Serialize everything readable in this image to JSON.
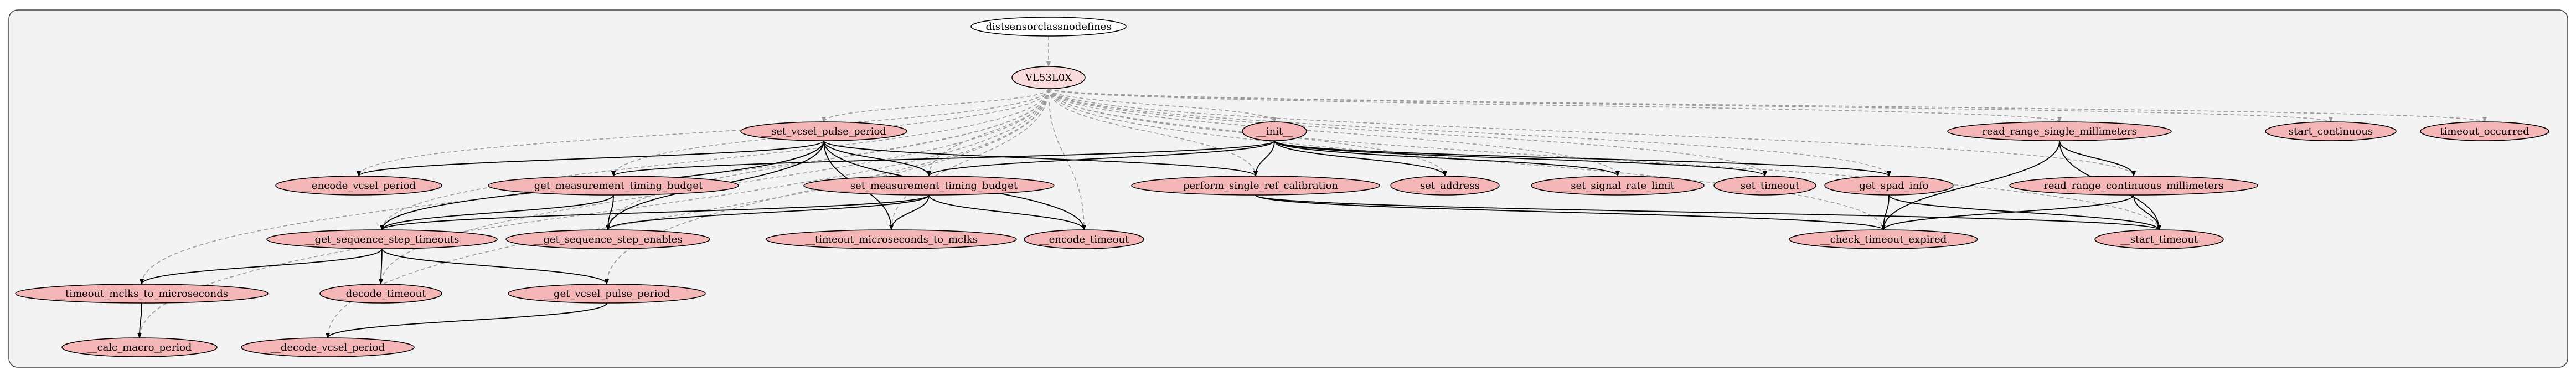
{
  "graph": {
    "root": "distsensorclassnodefines",
    "class_node": "VL53L0X",
    "colors": {
      "cluster_fill": "#f3f3f3",
      "cluster_stroke": "#444444",
      "node_fill": "#f4b6b6",
      "class_fill": "#f9dada",
      "root_fill": "#ffffff",
      "solid_edge": "#000000",
      "dashed_edge": "#999999"
    },
    "nodes": [
      {
        "id": "distsensorclassnodefines",
        "label": "distsensorclassnodefines",
        "kind": "root"
      },
      {
        "id": "VL53L0X",
        "label": "VL53L0X",
        "kind": "class"
      },
      {
        "id": "set_vcsel",
        "label": "__set_vcsel_pulse_period",
        "kind": "method"
      },
      {
        "id": "init",
        "label": "__init__",
        "kind": "method"
      },
      {
        "id": "read_single",
        "label": "read_range_single_millimeters",
        "kind": "method"
      },
      {
        "id": "start_cont",
        "label": "start_continuous",
        "kind": "method"
      },
      {
        "id": "timeout_occ",
        "label": "timeout_occurred",
        "kind": "method"
      },
      {
        "id": "encode_vcsel",
        "label": "__encode_vcsel_period",
        "kind": "method"
      },
      {
        "id": "get_mtb",
        "label": "__get_measurement_timing_budget",
        "kind": "method"
      },
      {
        "id": "set_mtb",
        "label": "__set_measurement_timing_budget",
        "kind": "method"
      },
      {
        "id": "perform_cal",
        "label": "__perform_single_ref_calibration",
        "kind": "method"
      },
      {
        "id": "set_address",
        "label": "__set_address",
        "kind": "method"
      },
      {
        "id": "set_srl",
        "label": "__set_signal_rate_limit",
        "kind": "method"
      },
      {
        "id": "set_timeout",
        "label": "__set_timeout",
        "kind": "method"
      },
      {
        "id": "get_spad",
        "label": "__get_spad_info",
        "kind": "method"
      },
      {
        "id": "read_cont",
        "label": "read_range_continuous_millimeters",
        "kind": "method"
      },
      {
        "id": "get_sst",
        "label": "__get_sequence_step_timeouts",
        "kind": "method"
      },
      {
        "id": "get_sse",
        "label": "__get_sequence_step_enables",
        "kind": "method"
      },
      {
        "id": "timeout_us_to_mclks",
        "label": "__timeout_microseconds_to_mclks",
        "kind": "method"
      },
      {
        "id": "encode_timeout",
        "label": "__encode_timeout",
        "kind": "method"
      },
      {
        "id": "check_timeout",
        "label": "__check_timeout_expired",
        "kind": "method"
      },
      {
        "id": "start_timeout",
        "label": "__start_timeout",
        "kind": "method"
      },
      {
        "id": "timeout_mclks_to_us",
        "label": "__timeout_mclks_to_microseconds",
        "kind": "method"
      },
      {
        "id": "decode_timeout",
        "label": "__decode_timeout",
        "kind": "method"
      },
      {
        "id": "get_vcsel",
        "label": "__get_vcsel_pulse_period",
        "kind": "method"
      },
      {
        "id": "calc_macro",
        "label": "__calc_macro_period",
        "kind": "method"
      },
      {
        "id": "decode_vcsel",
        "label": "__decode_vcsel_period",
        "kind": "method"
      }
    ],
    "edges_dashed": [
      [
        "distsensorclassnodefines",
        "VL53L0X"
      ],
      [
        "VL53L0X",
        "set_vcsel"
      ],
      [
        "VL53L0X",
        "init"
      ],
      [
        "VL53L0X",
        "read_single"
      ],
      [
        "VL53L0X",
        "start_cont"
      ],
      [
        "VL53L0X",
        "timeout_occ"
      ],
      [
        "VL53L0X",
        "encode_vcsel"
      ],
      [
        "VL53L0X",
        "get_mtb"
      ],
      [
        "VL53L0X",
        "set_mtb"
      ],
      [
        "VL53L0X",
        "perform_cal"
      ],
      [
        "VL53L0X",
        "set_address"
      ],
      [
        "VL53L0X",
        "set_srl"
      ],
      [
        "VL53L0X",
        "set_timeout"
      ],
      [
        "VL53L0X",
        "get_spad"
      ],
      [
        "VL53L0X",
        "read_cont"
      ],
      [
        "VL53L0X",
        "get_sst"
      ],
      [
        "VL53L0X",
        "get_sse"
      ],
      [
        "VL53L0X",
        "timeout_us_to_mclks"
      ],
      [
        "VL53L0X",
        "encode_timeout"
      ],
      [
        "VL53L0X",
        "check_timeout"
      ],
      [
        "VL53L0X",
        "start_timeout"
      ],
      [
        "VL53L0X",
        "timeout_mclks_to_us"
      ],
      [
        "VL53L0X",
        "decode_timeout"
      ],
      [
        "VL53L0X",
        "get_vcsel"
      ],
      [
        "VL53L0X",
        "calc_macro"
      ],
      [
        "VL53L0X",
        "decode_vcsel"
      ]
    ],
    "edges_solid": [
      [
        "set_vcsel",
        "encode_vcsel"
      ],
      [
        "set_vcsel",
        "set_mtb"
      ],
      [
        "set_vcsel",
        "perform_cal"
      ],
      [
        "set_vcsel",
        "get_sst"
      ],
      [
        "set_vcsel",
        "get_sse"
      ],
      [
        "set_vcsel",
        "timeout_us_to_mclks"
      ],
      [
        "set_vcsel",
        "encode_timeout"
      ],
      [
        "init",
        "get_mtb"
      ],
      [
        "init",
        "set_mtb"
      ],
      [
        "init",
        "perform_cal"
      ],
      [
        "init",
        "set_address"
      ],
      [
        "init",
        "set_srl"
      ],
      [
        "init",
        "set_timeout"
      ],
      [
        "init",
        "get_spad"
      ],
      [
        "read_single",
        "read_cont"
      ],
      [
        "read_single",
        "check_timeout"
      ],
      [
        "read_single",
        "start_timeout"
      ],
      [
        "read_cont",
        "check_timeout"
      ],
      [
        "read_cont",
        "start_timeout"
      ],
      [
        "get_mtb",
        "get_sst"
      ],
      [
        "get_mtb",
        "get_sse"
      ],
      [
        "set_mtb",
        "get_sst"
      ],
      [
        "set_mtb",
        "get_sse"
      ],
      [
        "set_mtb",
        "timeout_us_to_mclks"
      ],
      [
        "set_mtb",
        "encode_timeout"
      ],
      [
        "perform_cal",
        "check_timeout"
      ],
      [
        "perform_cal",
        "start_timeout"
      ],
      [
        "get_spad",
        "check_timeout"
      ],
      [
        "get_spad",
        "start_timeout"
      ],
      [
        "get_sst",
        "timeout_mclks_to_us"
      ],
      [
        "get_sst",
        "decode_timeout"
      ],
      [
        "get_sst",
        "get_vcsel"
      ],
      [
        "timeout_mclks_to_us",
        "calc_macro"
      ],
      [
        "get_vcsel",
        "decode_vcsel"
      ]
    ]
  }
}
